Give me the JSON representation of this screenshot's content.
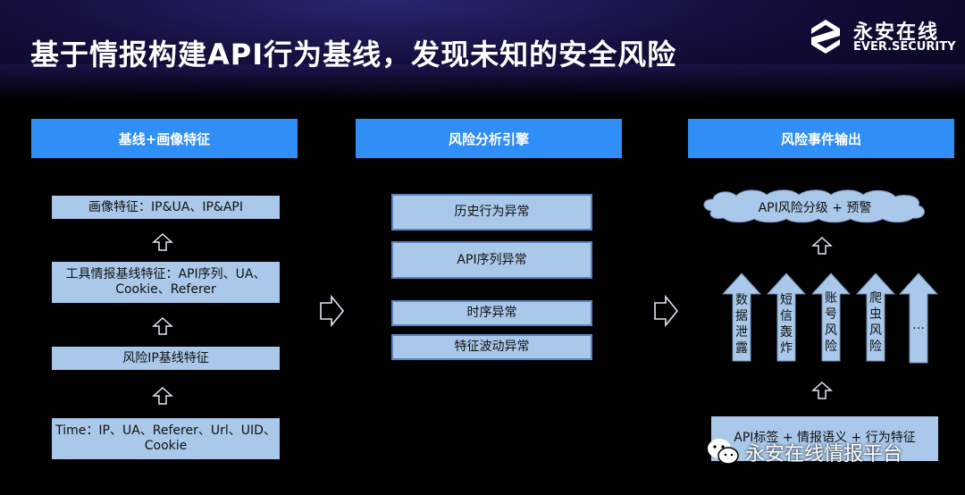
{
  "header": {
    "title": "基于情报构建API行为基线，发现未知的安全风险",
    "brand_cn": "永安在线",
    "brand_en": "EVER.SECURITY"
  },
  "columns": {
    "left": {
      "header": "基线+画像特征",
      "boxes": [
        "画像特征：IP&UA、IP&API",
        "工具情报基线特征：API序列、UA、\nCookie、Referer",
        "风险IP基线特征",
        "Time：IP、UA、Referer、Url、UID、\nCookie"
      ]
    },
    "middle": {
      "header": "风险分析引擎",
      "boxes": [
        "历史行为异常",
        "API序列异常",
        "时序异常",
        "特征波动异常"
      ]
    },
    "right": {
      "header": "风险事件输出",
      "cloud": "API风险分级 + 预警",
      "arrows": [
        "数\n据\n泄\n露",
        "短\n信\n轰\n炸",
        "账\n号\n风\n险",
        "爬\n虫\n风\n险",
        "…"
      ],
      "bottom": "API标签 + 情报语义 + 行为特征"
    }
  },
  "watermark": "永安在线情报平台",
  "colors": {
    "header_blue": "#2f8ff6",
    "box_fill": "#a9c8ea",
    "background": "#000000"
  }
}
